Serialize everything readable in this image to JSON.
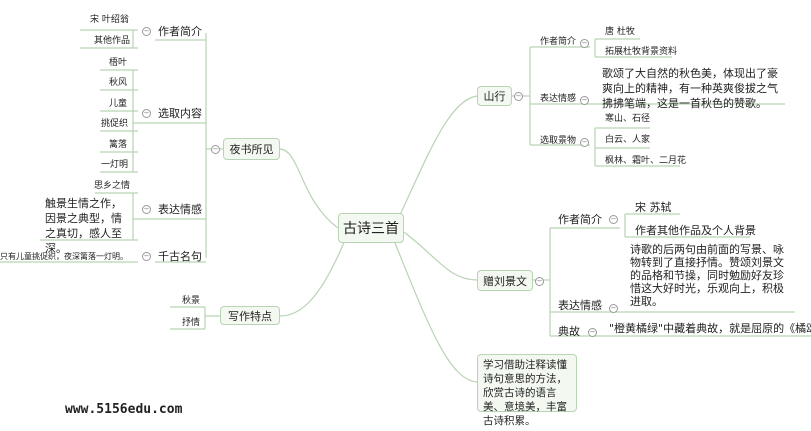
{
  "center": "古诗三首",
  "left": {
    "poem1": {
      "title": "夜书所见",
      "author": {
        "label": "作者简介",
        "items": [
          "宋  叶绍翁",
          "其他作品"
        ]
      },
      "content": {
        "label": "选取内容",
        "items": [
          "梧叶",
          "秋风",
          "儿童",
          "挑促织",
          "篱落",
          "一灯明"
        ]
      },
      "emotion": {
        "label": "表达情感",
        "items": [
          "思乡之情",
          "触景生情之作，因景之典型，情之真切，感人至深。"
        ]
      },
      "famous": {
        "label": "千古名句",
        "items": [
          "只有儿童挑促织，夜深篱落一灯明。"
        ]
      }
    },
    "writing": {
      "title": "写作特点",
      "items": [
        "秋景",
        "抒情"
      ]
    }
  },
  "right": {
    "poem2": {
      "title": "山行",
      "author": {
        "label": "作者简介",
        "items": [
          "唐 杜牧",
          "拓展杜牧背景资料"
        ]
      },
      "emotion": {
        "label": "表达情感",
        "text": "歌颂了大自然的秋色美，体现出了豪爽向上的精神，有一种英爽俊拔之气拂拂笔端，这是一首秋色的赞歌。"
      },
      "scenery": {
        "label": "选取景物",
        "items": [
          "寒山、石径",
          "白云、人家",
          "枫林、霜叶、二月花"
        ]
      }
    },
    "poem3": {
      "title": "赠刘景文",
      "author": {
        "label": "作者简介",
        "items": [
          "宋  苏轼",
          "作者其他作品及个人背景"
        ]
      },
      "emotion": {
        "label": "表达情感",
        "text": "诗歌的后两句由前面的写景、咏物转到了直接抒情。赞颂刘景文的品格和节操，同时勉励好友珍惜这大好时光，乐观向上，积极进取。"
      },
      "allusion": {
        "label": "典故",
        "text": "\"橙黄橘绿\"中藏着典故，就是屈原的《橘颂》"
      }
    },
    "goal": "学习借助注释读懂诗句意思的方法，欣赏古诗的语言美、意境美，丰富古诗积累。"
  },
  "watermark": "www.5156edu.com"
}
